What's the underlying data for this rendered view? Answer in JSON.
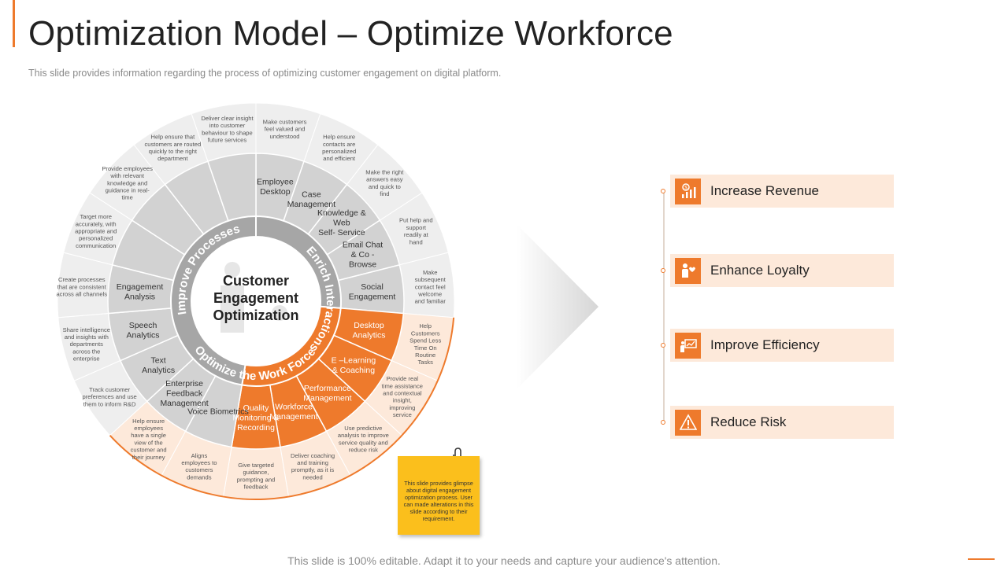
{
  "title": "Optimization Model – Optimize Workforce",
  "subtitle": "This slide provides  information  regarding  the process of optimizing customer engagement  on digital platform.",
  "footer": "This slide is 100% editable. Adapt it to your needs and capture your audience's attention.",
  "sticky_note": "This slide provides glimpse about digital engagement optimization process. User can made alterations in this slide according to their requirement.",
  "colors": {
    "accent": "#ee7a2c",
    "ring_gray": "#d2d2d2",
    "outer_gray": "#eeeeee",
    "outer_orange": "#fde9da",
    "band": "#a6a6a6",
    "card_bg": "#fde9da",
    "note": "#fbbf1c"
  },
  "wheel": {
    "center_lines": [
      "Customer",
      "Engagement",
      "Optimization"
    ],
    "band_labels": {
      "improve": "Improve Processes",
      "enrich": "Enrich Interactions",
      "work": "Optimize the Work Force"
    },
    "segments": [
      {
        "label": "Employee\nDesktop",
        "desc": "Make customers\nfeel valued and\nunderstood",
        "group": "enrich"
      },
      {
        "label": "Case\nManagement",
        "desc": "Help ensure\ncontacts are\npersonalized\nand efficient",
        "group": "enrich"
      },
      {
        "label": "Knowledge &\nWeb\nSelf- Service",
        "desc": "Make the right\nanswers easy\nand quick to\nfind",
        "group": "enrich"
      },
      {
        "label": "Email  Chat\n& Co -\nBrowse",
        "desc": "Put help and\nsupport\nreadily at\nhand",
        "group": "enrich"
      },
      {
        "label": "Social\nEngagement",
        "desc": "Make\nsubsequent\ncontact feel\nwelcome\nand familiar",
        "group": "enrich"
      },
      {
        "label": "Desktop\nAnalytics",
        "desc": "Help\nCustomers\nSpend Less\nTime On\nRoutine\nTasks",
        "group": "work"
      },
      {
        "label": "E –Learning\n& Coaching",
        "desc": "Provide real\ntime assistance\nand contextual\ninsight,\nimproving\nservice",
        "group": "work"
      },
      {
        "label": "Performance\nManagement",
        "desc": "Use predictive\nanalysis to improve\nservice quality and\nreduce risk",
        "group": "work"
      },
      {
        "label": "Workforce\nManagement",
        "desc": "Deliver coaching\nand training\npromptly, as it is\nneeded",
        "group": "work"
      },
      {
        "label": "Quality\nMonitoring &\nRecording",
        "desc": "Give targeted\nguidance,\nprompting and\nfeedback",
        "group": "work"
      },
      {
        "label": "Voice Biometrics",
        "desc": "Aligns\nemployees to\ncustomers\ndemands",
        "group": "improve"
      },
      {
        "label": "Enterprise\nFeedback\nManagement",
        "desc": "Help ensure\nemployees\nhave a single\nview of the\ncustomer and\ntheir journey",
        "group": "improve"
      },
      {
        "label": "Text\nAnalytics",
        "desc": "Track customer\npreferences and use\nthem to inform R&D",
        "group": "improve"
      },
      {
        "label": "Speech\nAnalytics",
        "desc": "Share intelligence\nand insights with\ndepartments\nacross the\nenterprise",
        "group": "improve"
      },
      {
        "label": "Engagement\nAnalysis",
        "desc": "Create processes\nthat are consistent\nacross all channels",
        "group": "improve"
      },
      {
        "label": "",
        "desc": "Target more\naccurately, with\nappropriate and\npersonalized\ncommunication",
        "group": "improve"
      },
      {
        "label": "",
        "desc": "Provide employees\nwith relevant\nknowledge and\nguidance in real-\ntime",
        "group": "improve"
      },
      {
        "label": "",
        "desc": "Help ensure that\ncustomers are routed\nquickly to the right\ndepartment",
        "group": "improve"
      },
      {
        "label": "",
        "desc": "Deliver clear insight\ninto customer\nbehaviour to shape\nfuture services",
        "group": "improve"
      }
    ]
  },
  "outcomes": [
    {
      "label": "Increase Revenue",
      "icon": "revenue-chart-icon"
    },
    {
      "label": "Enhance Loyalty",
      "icon": "loyalty-person-icon"
    },
    {
      "label": "Improve Efficiency",
      "icon": "presentation-board-icon"
    },
    {
      "label": "Reduce Risk",
      "icon": "warning-triangle-icon"
    }
  ]
}
